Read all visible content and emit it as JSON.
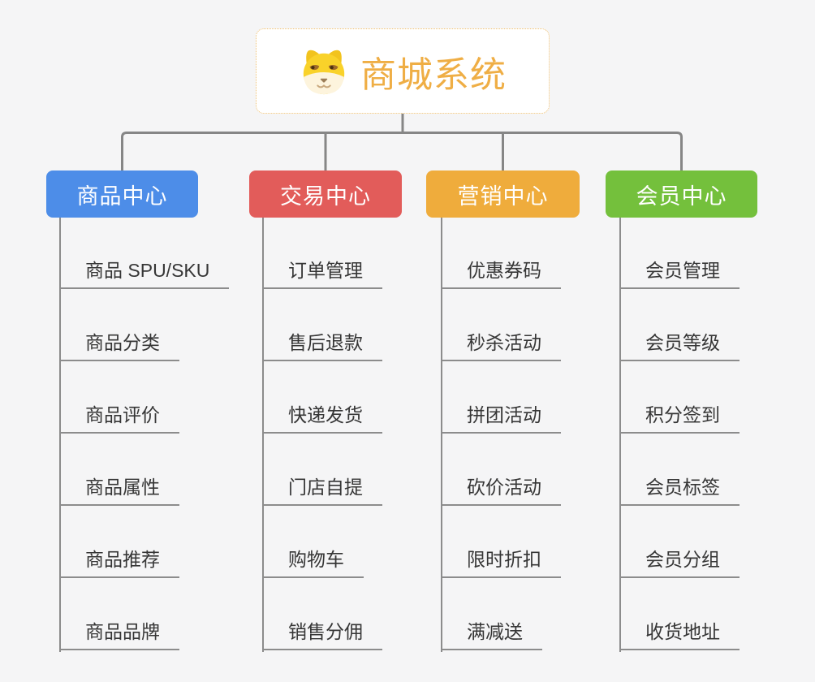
{
  "root": {
    "title": "商城系统",
    "icon": "doge-icon",
    "title_color": "#efae45",
    "border_color": "#f0c070"
  },
  "connector_color": "#868686",
  "line_color": "#8c8c8c",
  "background_color": "#f5f5f6",
  "branches": [
    {
      "label": "商品中心",
      "color": "#4d8de8",
      "items": [
        "商品 SPU/SKU",
        "商品分类",
        "商品评价",
        "商品属性",
        "商品推荐",
        "商品品牌"
      ]
    },
    {
      "label": "交易中心",
      "color": "#e25c5a",
      "items": [
        "订单管理",
        "售后退款",
        "快递发货",
        "门店自提",
        "购物车",
        "销售分佣"
      ]
    },
    {
      "label": "营销中心",
      "color": "#efac3c",
      "items": [
        "优惠券码",
        "秒杀活动",
        "拼团活动",
        "砍价活动",
        "限时折扣",
        "满减送"
      ]
    },
    {
      "label": "会员中心",
      "color": "#74c03c",
      "items": [
        "会员管理",
        "会员等级",
        "积分签到",
        "会员标签",
        "会员分组",
        "收货地址"
      ]
    }
  ]
}
